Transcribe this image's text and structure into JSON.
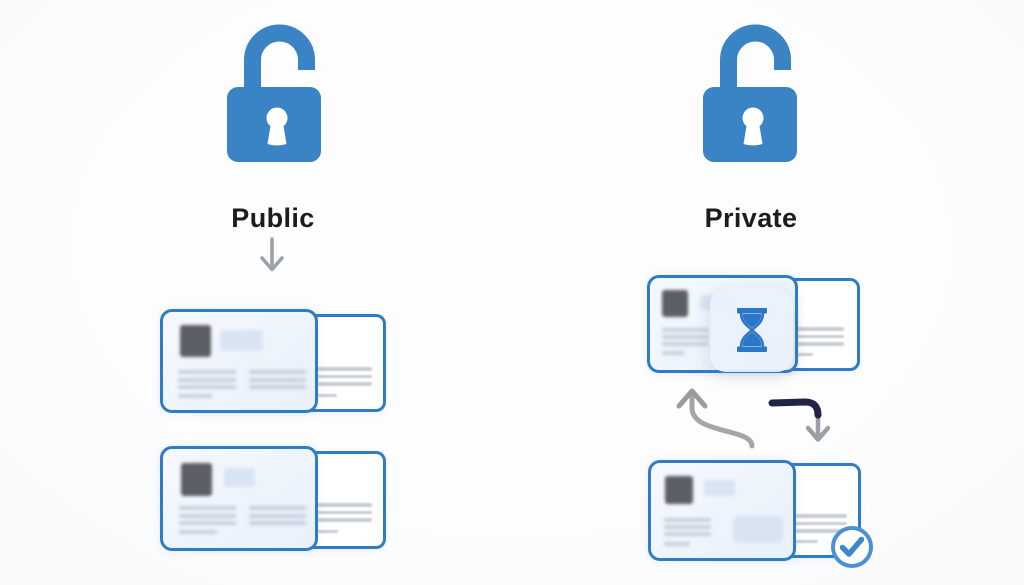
{
  "diagram": {
    "left": {
      "label": "Public",
      "lock_icon": "unlocked-padlock-icon",
      "flow_arrow_icon": "down-arrow-icon",
      "cards": [
        {
          "type": "blurred-profile-card-stack"
        },
        {
          "type": "blurred-profile-card-stack"
        }
      ]
    },
    "right": {
      "label": "Private",
      "lock_icon": "unlocked-padlock-icon",
      "top_card": {
        "type": "blurred-profile-card-stack",
        "overlay_icon": "hourglass-icon"
      },
      "cycle_arrows": [
        "curved-up-arrow-icon",
        "curved-down-arrow-icon"
      ],
      "bottom_card": {
        "type": "blurred-profile-card-stack",
        "badge_icon": "check-circle-icon"
      }
    }
  },
  "colors": {
    "accent_blue": "#3a83c5",
    "card_border": "#2e7cc4",
    "card_fill": "#eff4fb",
    "back_card_fill": "#ffffff",
    "placeholder_line": "#c7cfdd",
    "avatar_fill": "#5b5f66",
    "title_chip_fill": "#d9e4f3",
    "arrow_gray": "#9aa0a6",
    "arrow_dark": "#232445",
    "icon_blue": "#2b76c7",
    "check_blue": "#3d87cd",
    "background": "#fcfcfd"
  }
}
